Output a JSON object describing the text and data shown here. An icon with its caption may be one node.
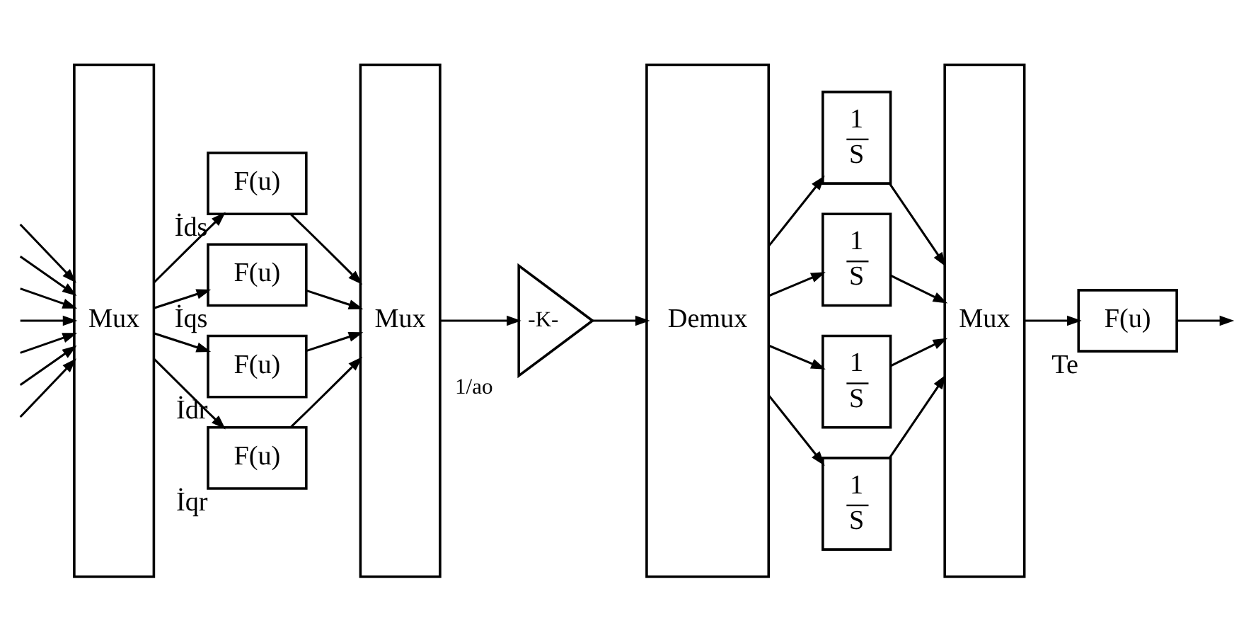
{
  "diagram": {
    "nodes": [
      {
        "text": [
          "Mux"
        ]
      },
      {
        "text": [
          "F(u)"
        ],
        "beside": [
          "İds"
        ]
      },
      {
        "text": [
          "F(u)"
        ],
        "beside": [
          "İqs"
        ]
      },
      {
        "text": [
          "F(u)"
        ],
        "beside": [
          "İdr"
        ]
      },
      {
        "text": [
          "F(u)"
        ],
        "beside": [
          "İqr"
        ]
      },
      {
        "text": [
          "Mux"
        ]
      },
      {
        "text": [
          "-K-"
        ],
        "beside": [
          "1/ao"
        ]
      },
      {
        "text": [
          "Demux"
        ]
      },
      {
        "text": [
          "1",
          "S"
        ]
      },
      {
        "text": [
          "1",
          "S"
        ]
      },
      {
        "text": [
          "1",
          "S"
        ]
      },
      {
        "text": [
          "1",
          "S"
        ]
      },
      {
        "text": [
          "Mux"
        ]
      },
      {
        "text": [
          "F(u)"
        ],
        "beside": [
          "Te"
        ]
      }
    ],
    "edges": [
      {
        "from": null,
        "to": 0,
        "arrow": "to"
      },
      {
        "from": null,
        "to": 0,
        "arrow": "to"
      },
      {
        "from": null,
        "to": 0,
        "arrow": "to"
      },
      {
        "from": null,
        "to": 0,
        "arrow": "to"
      },
      {
        "from": null,
        "to": 0,
        "arrow": "to"
      },
      {
        "from": null,
        "to": 0,
        "arrow": "to"
      },
      {
        "from": null,
        "to": 0,
        "arrow": "to"
      },
      {
        "from": 0,
        "to": 1,
        "arrow": "to"
      },
      {
        "from": 0,
        "to": 2,
        "arrow": "to"
      },
      {
        "from": 0,
        "to": 3,
        "arrow": "to"
      },
      {
        "from": 0,
        "to": 4,
        "arrow": "to"
      },
      {
        "from": 1,
        "to": 5,
        "arrow": "to"
      },
      {
        "from": 2,
        "to": 5,
        "arrow": "to"
      },
      {
        "from": 3,
        "to": 5,
        "arrow": "to"
      },
      {
        "from": 4,
        "to": 5,
        "arrow": "to"
      },
      {
        "from": 5,
        "to": 6,
        "arrow": "to"
      },
      {
        "from": 6,
        "to": 7,
        "arrow": "to"
      },
      {
        "from": 7,
        "to": 8,
        "arrow": "to"
      },
      {
        "from": 7,
        "to": 9,
        "arrow": "to"
      },
      {
        "from": 7,
        "to": 10,
        "arrow": "to"
      },
      {
        "from": 7,
        "to": 11,
        "arrow": "to"
      },
      {
        "from": 8,
        "to": 12,
        "arrow": "to"
      },
      {
        "from": 9,
        "to": 12,
        "arrow": "to"
      },
      {
        "from": 10,
        "to": 12,
        "arrow": "to"
      },
      {
        "from": 11,
        "to": 12,
        "arrow": "to"
      },
      {
        "from": 12,
        "to": 13,
        "arrow": "to"
      },
      {
        "from": 13,
        "to": null,
        "arrow": "to"
      }
    ]
  }
}
